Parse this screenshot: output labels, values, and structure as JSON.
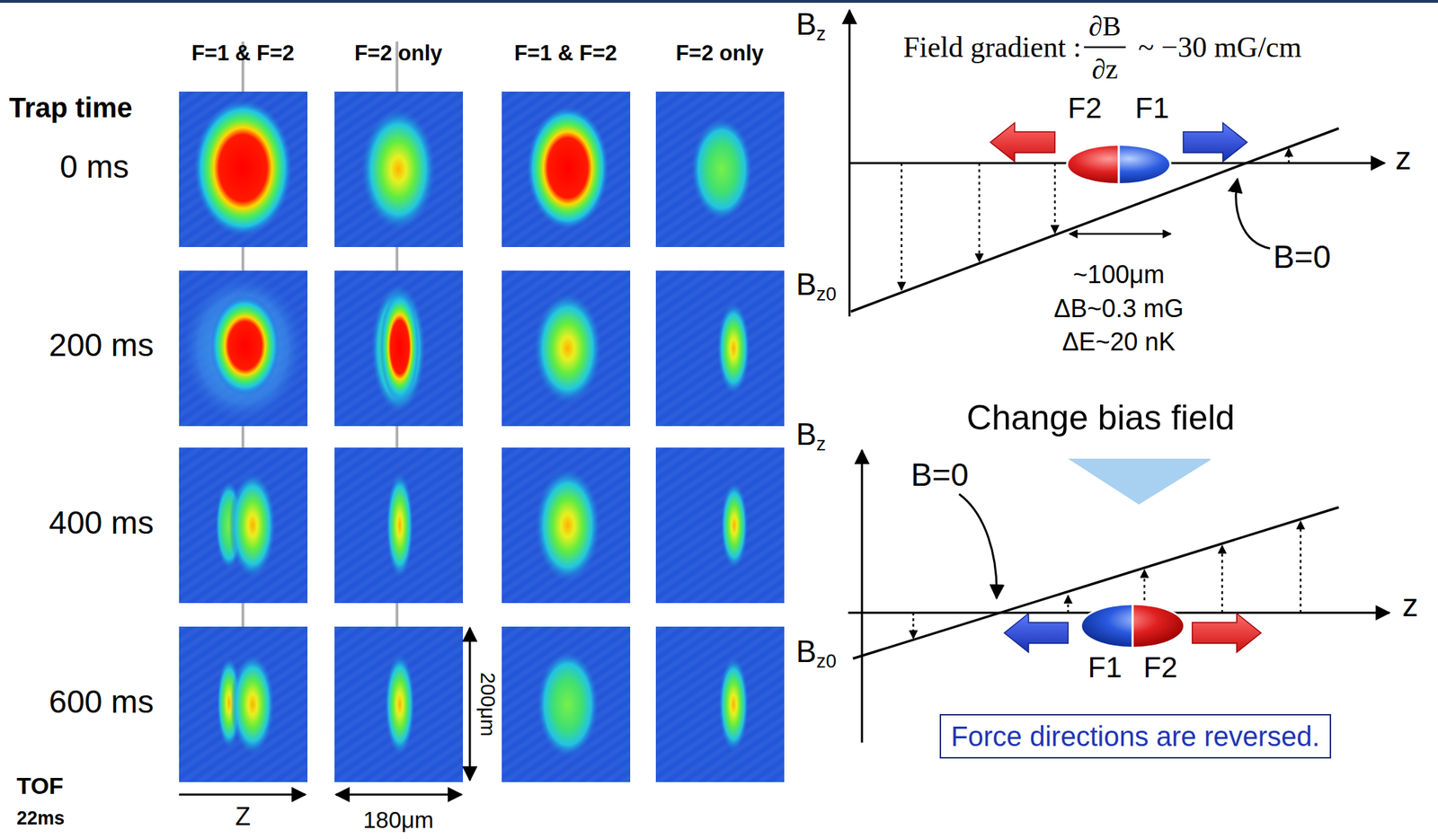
{
  "diagram": {
    "nodes": [
      {
        "text": [
          "Force directions are reversed."
        ]
      }
    ],
    "labels": [
      "F=1 & F=2",
      "F=2 only",
      "F=1 & F=2",
      "F=2 only",
      "Trap time",
      "0 ms",
      "200 ms",
      "400 ms",
      "600 ms",
      "TOF",
      "22ms",
      "Z",
      "180μm",
      "200μm",
      "Bz",
      "Field gradient :",
      "∂B",
      "∂z",
      "~ −30 mG/cm",
      "F2",
      "F1",
      "z",
      "B=0",
      "Bz0",
      "~100μm",
      "ΔB~0.3 mG",
      "ΔE~20 nK",
      "Change bias field",
      "Bz",
      "B=0",
      "z",
      "Bz0",
      "F1",
      "F2"
    ]
  }
}
